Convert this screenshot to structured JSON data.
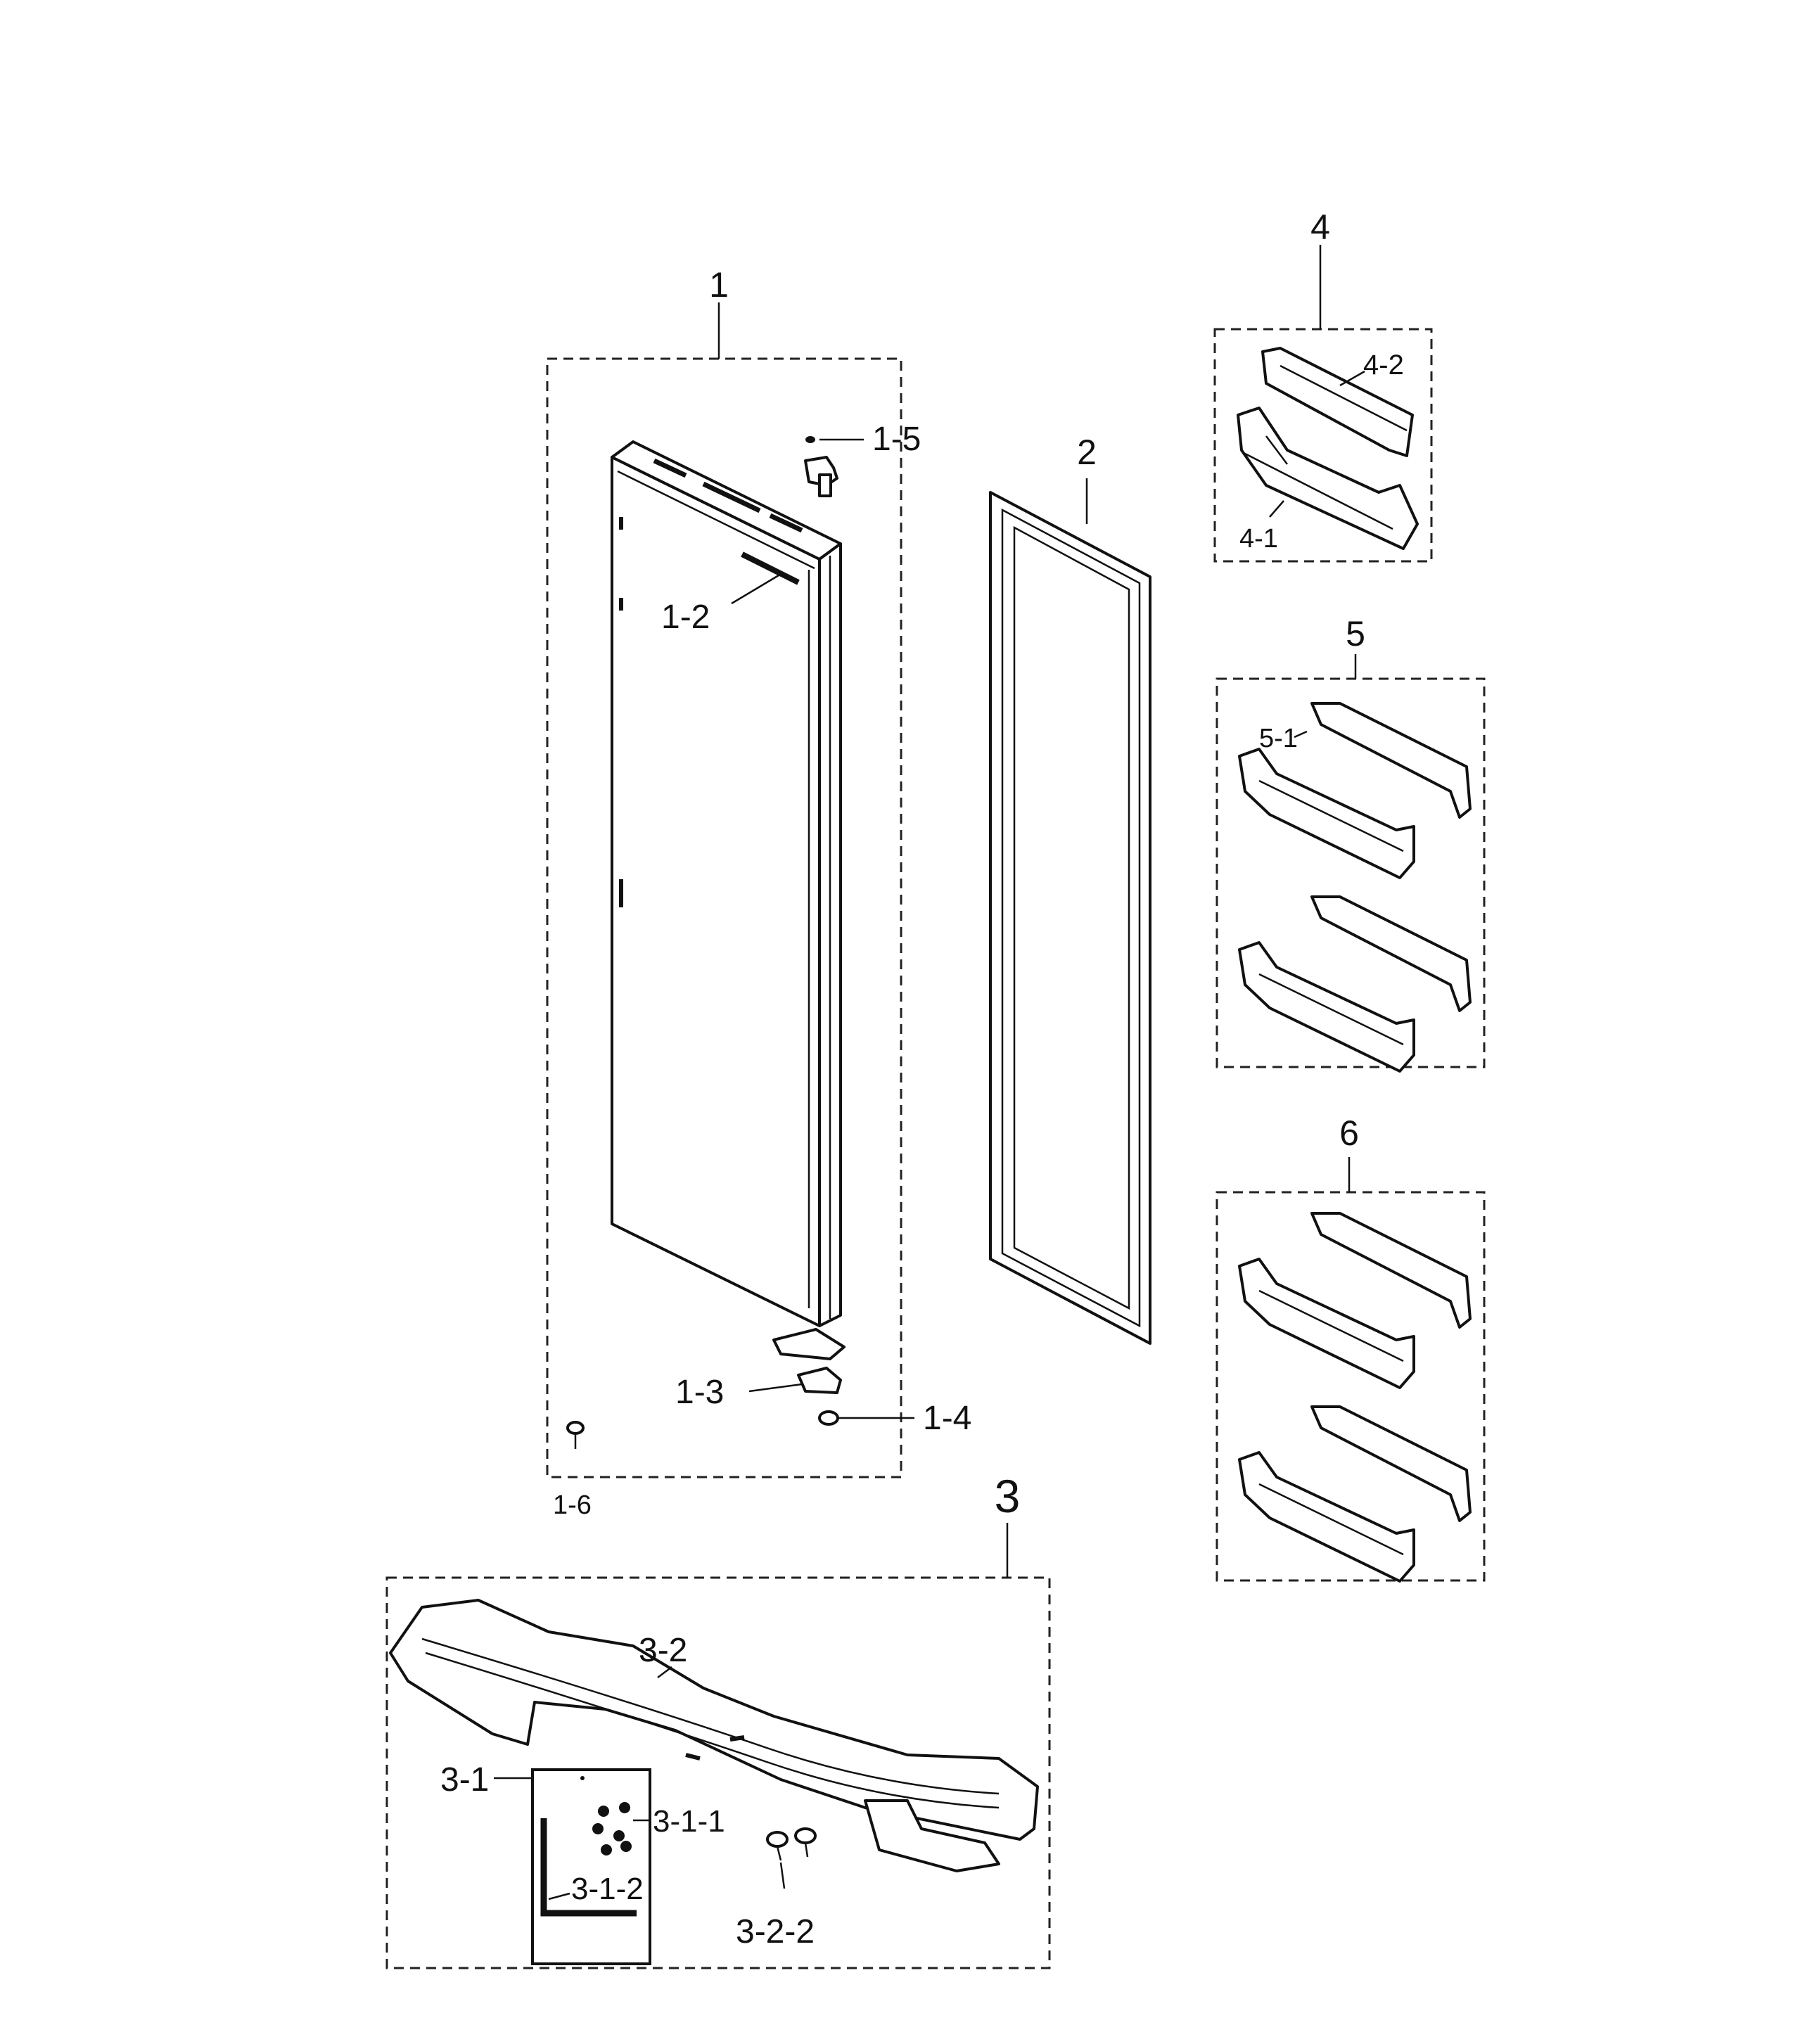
{
  "labels": {
    "l1": "1",
    "l1_2": "1-2",
    "l1_3": "1-3",
    "l1_4": "1-4",
    "l1_5": "1-5",
    "l1_6": "1-6",
    "l2": "2",
    "l3": "3",
    "l3_1": "3-1",
    "l3_1_1": "3-1-1",
    "l3_1_2": "3-1-2",
    "l3_2": "3-2",
    "l3_2_2": "3-2-2",
    "l4": "4",
    "l4_1": "4-1",
    "l4_2": "4-2",
    "l5": "5",
    "l5_1": "5-1",
    "l6": "6"
  }
}
